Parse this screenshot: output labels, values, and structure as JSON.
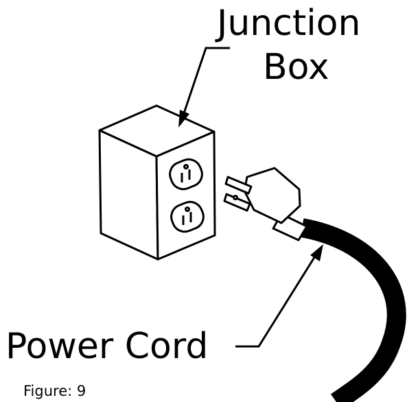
{
  "labels": {
    "junction_line1": "Junction",
    "junction_line2": "Box",
    "power_cord": "Power Cord",
    "figure_caption": "Figure: 9"
  },
  "colors": {
    "ink": "#000000",
    "background": "#ffffff"
  }
}
